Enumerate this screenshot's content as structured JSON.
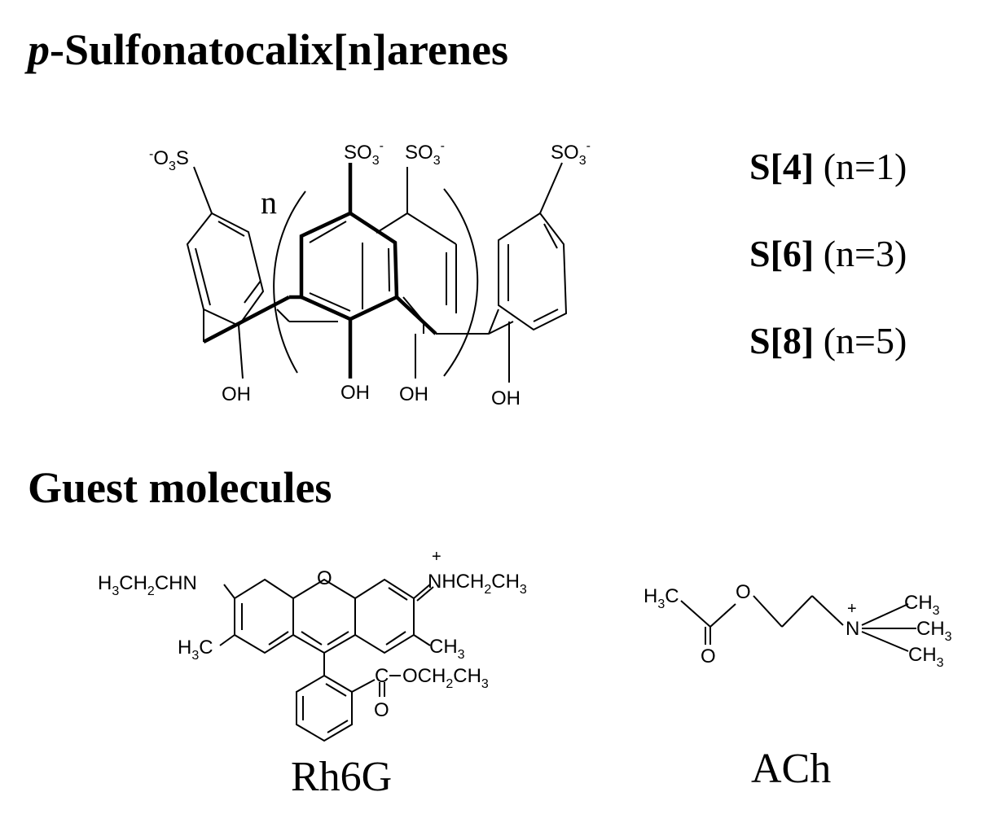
{
  "headings": {
    "host_prefix": "p",
    "host_rest": "-Sulfonatocalix[n]arenes",
    "guests": "Guest molecules"
  },
  "calixarene": {
    "sulfonate_left": {
      "neg": "-",
      "main": "O",
      "sub": "3",
      "tail": "S"
    },
    "sulfonate": {
      "main": "SO",
      "sub": "3",
      "neg": "-"
    },
    "hydroxyl": "OH",
    "repeat_index": "n"
  },
  "variants": [
    {
      "name": "S[4]",
      "n": "(n=1)"
    },
    {
      "name": "S[6]",
      "n": "(n=3)"
    },
    {
      "name": "S[8]",
      "n": "(n=5)"
    }
  ],
  "rh6g": {
    "left_amine": {
      "a": "H",
      "b": "3",
      "c": "CH",
      "d": "2",
      "e": "CHN"
    },
    "right_amine": {
      "charge": "+",
      "a": "NHCH",
      "b": "2",
      "c": "CH",
      "d": "3"
    },
    "oxygen": "O",
    "methyl_left": {
      "a": "H",
      "b": "3",
      "c": "C"
    },
    "methyl_right": {
      "a": "CH",
      "b": "3"
    },
    "ester_carbon": "C",
    "ester_chain": {
      "a": "OCH",
      "b": "2",
      "c": "CH",
      "d": "3"
    },
    "carbonyl_o": "O",
    "label": "Rh6G"
  },
  "ach": {
    "acetyl_methyl": {
      "a": "H",
      "b": "3",
      "c": "C"
    },
    "ester_o": "O",
    "carbonyl_o": "O",
    "nitrogen": "N",
    "charge": "+",
    "methyl": {
      "a": "CH",
      "b": "3"
    },
    "label": "ACh"
  },
  "colors": {
    "ink": "#000000",
    "background": "#ffffff"
  }
}
